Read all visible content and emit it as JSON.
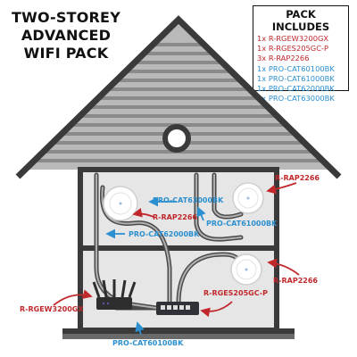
{
  "title": {
    "line1": "TWO-STOREY",
    "line2": "ADVANCED",
    "line3": "WIFI PACK"
  },
  "pack": {
    "heading": "PACK INCLUDES",
    "items": [
      {
        "text": "1x R-RGEW3200GX",
        "color": "#c0282c"
      },
      {
        "text": "1x R-RGES205GC-P",
        "color": "#c0282c"
      },
      {
        "text": "3x R-RAP2266",
        "color": "#c0282c"
      },
      {
        "text": "1x PRO-CAT60100BK",
        "color": "#2b8fd0"
      },
      {
        "text": "1x PRO-CAT61000BK",
        "color": "#2b8fd0"
      },
      {
        "text": "1x PRO-CAT62000BK",
        "color": "#2b8fd0"
      },
      {
        "text": "1x PRO-CAT63000BK",
        "color": "#2b8fd0"
      }
    ]
  },
  "labels": {
    "rap_top_right": "R-RAP2266",
    "cat63": "PRO-CAT63000BK",
    "rap_middle": "R-RAP2266",
    "cat61": "PRO-CAT61000BK",
    "cat62": "PRO-CAT62000BK",
    "rap_bottom_right": "R-RAP2266",
    "switch": "R-RGES205GC-P",
    "router": "R-RGEW3200GX",
    "cat60": "PRO-CAT60100BK"
  },
  "colors": {
    "red": "#c0282c",
    "blue": "#2b8fd0",
    "wall": "#3a3a3a",
    "roof_stripe": "#9a9a9a"
  }
}
